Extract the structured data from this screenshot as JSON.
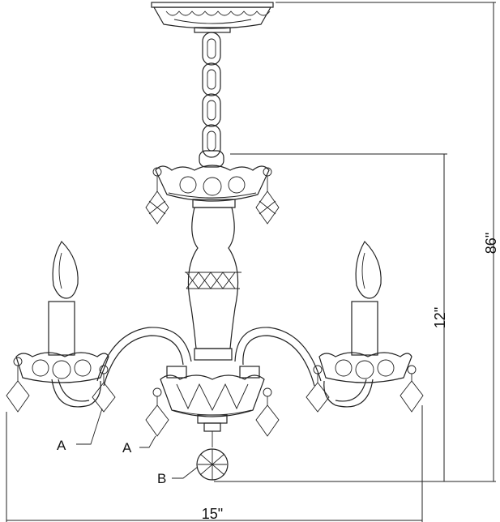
{
  "dimensions": {
    "height_overall": "86\"",
    "height_body": "12\"",
    "width": "15\""
  },
  "callouts": {
    "left_crystal": "A",
    "mid_crystal": "A",
    "ball": "B"
  }
}
